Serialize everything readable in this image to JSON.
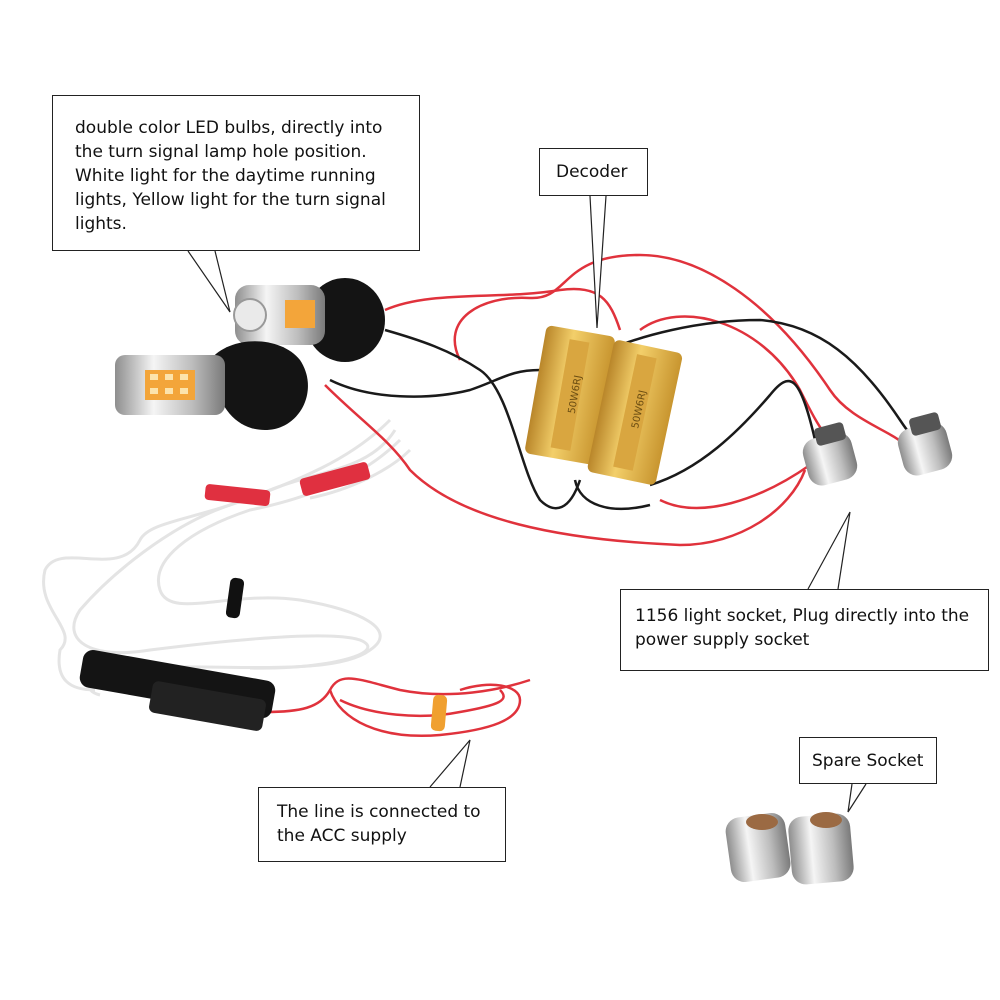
{
  "callouts": {
    "bulbs": "double color LED bulbs, directly into\nthe turn signal lamp hole position.\nWhite light for the daytime running\nlights, Yellow light for the turn signal\nlights.",
    "decoder": "Decoder",
    "socket": "1156 light socket, Plug directly into the\npower supply socket",
    "acc": "The line is connected to\nthe ACC supply",
    "spare": "Spare Socket"
  },
  "resistor_marking": "50W6RJ",
  "colors": {
    "red_wire": "#e0323c",
    "black_wire": "#1a1a1a",
    "white_wire": "#e9e9e9",
    "gold": "#e2b23a",
    "amber_led": "#f3a53a",
    "chrome": "#c9c9c9",
    "fuse_black": "#141414",
    "connector_red": "#e03040"
  }
}
